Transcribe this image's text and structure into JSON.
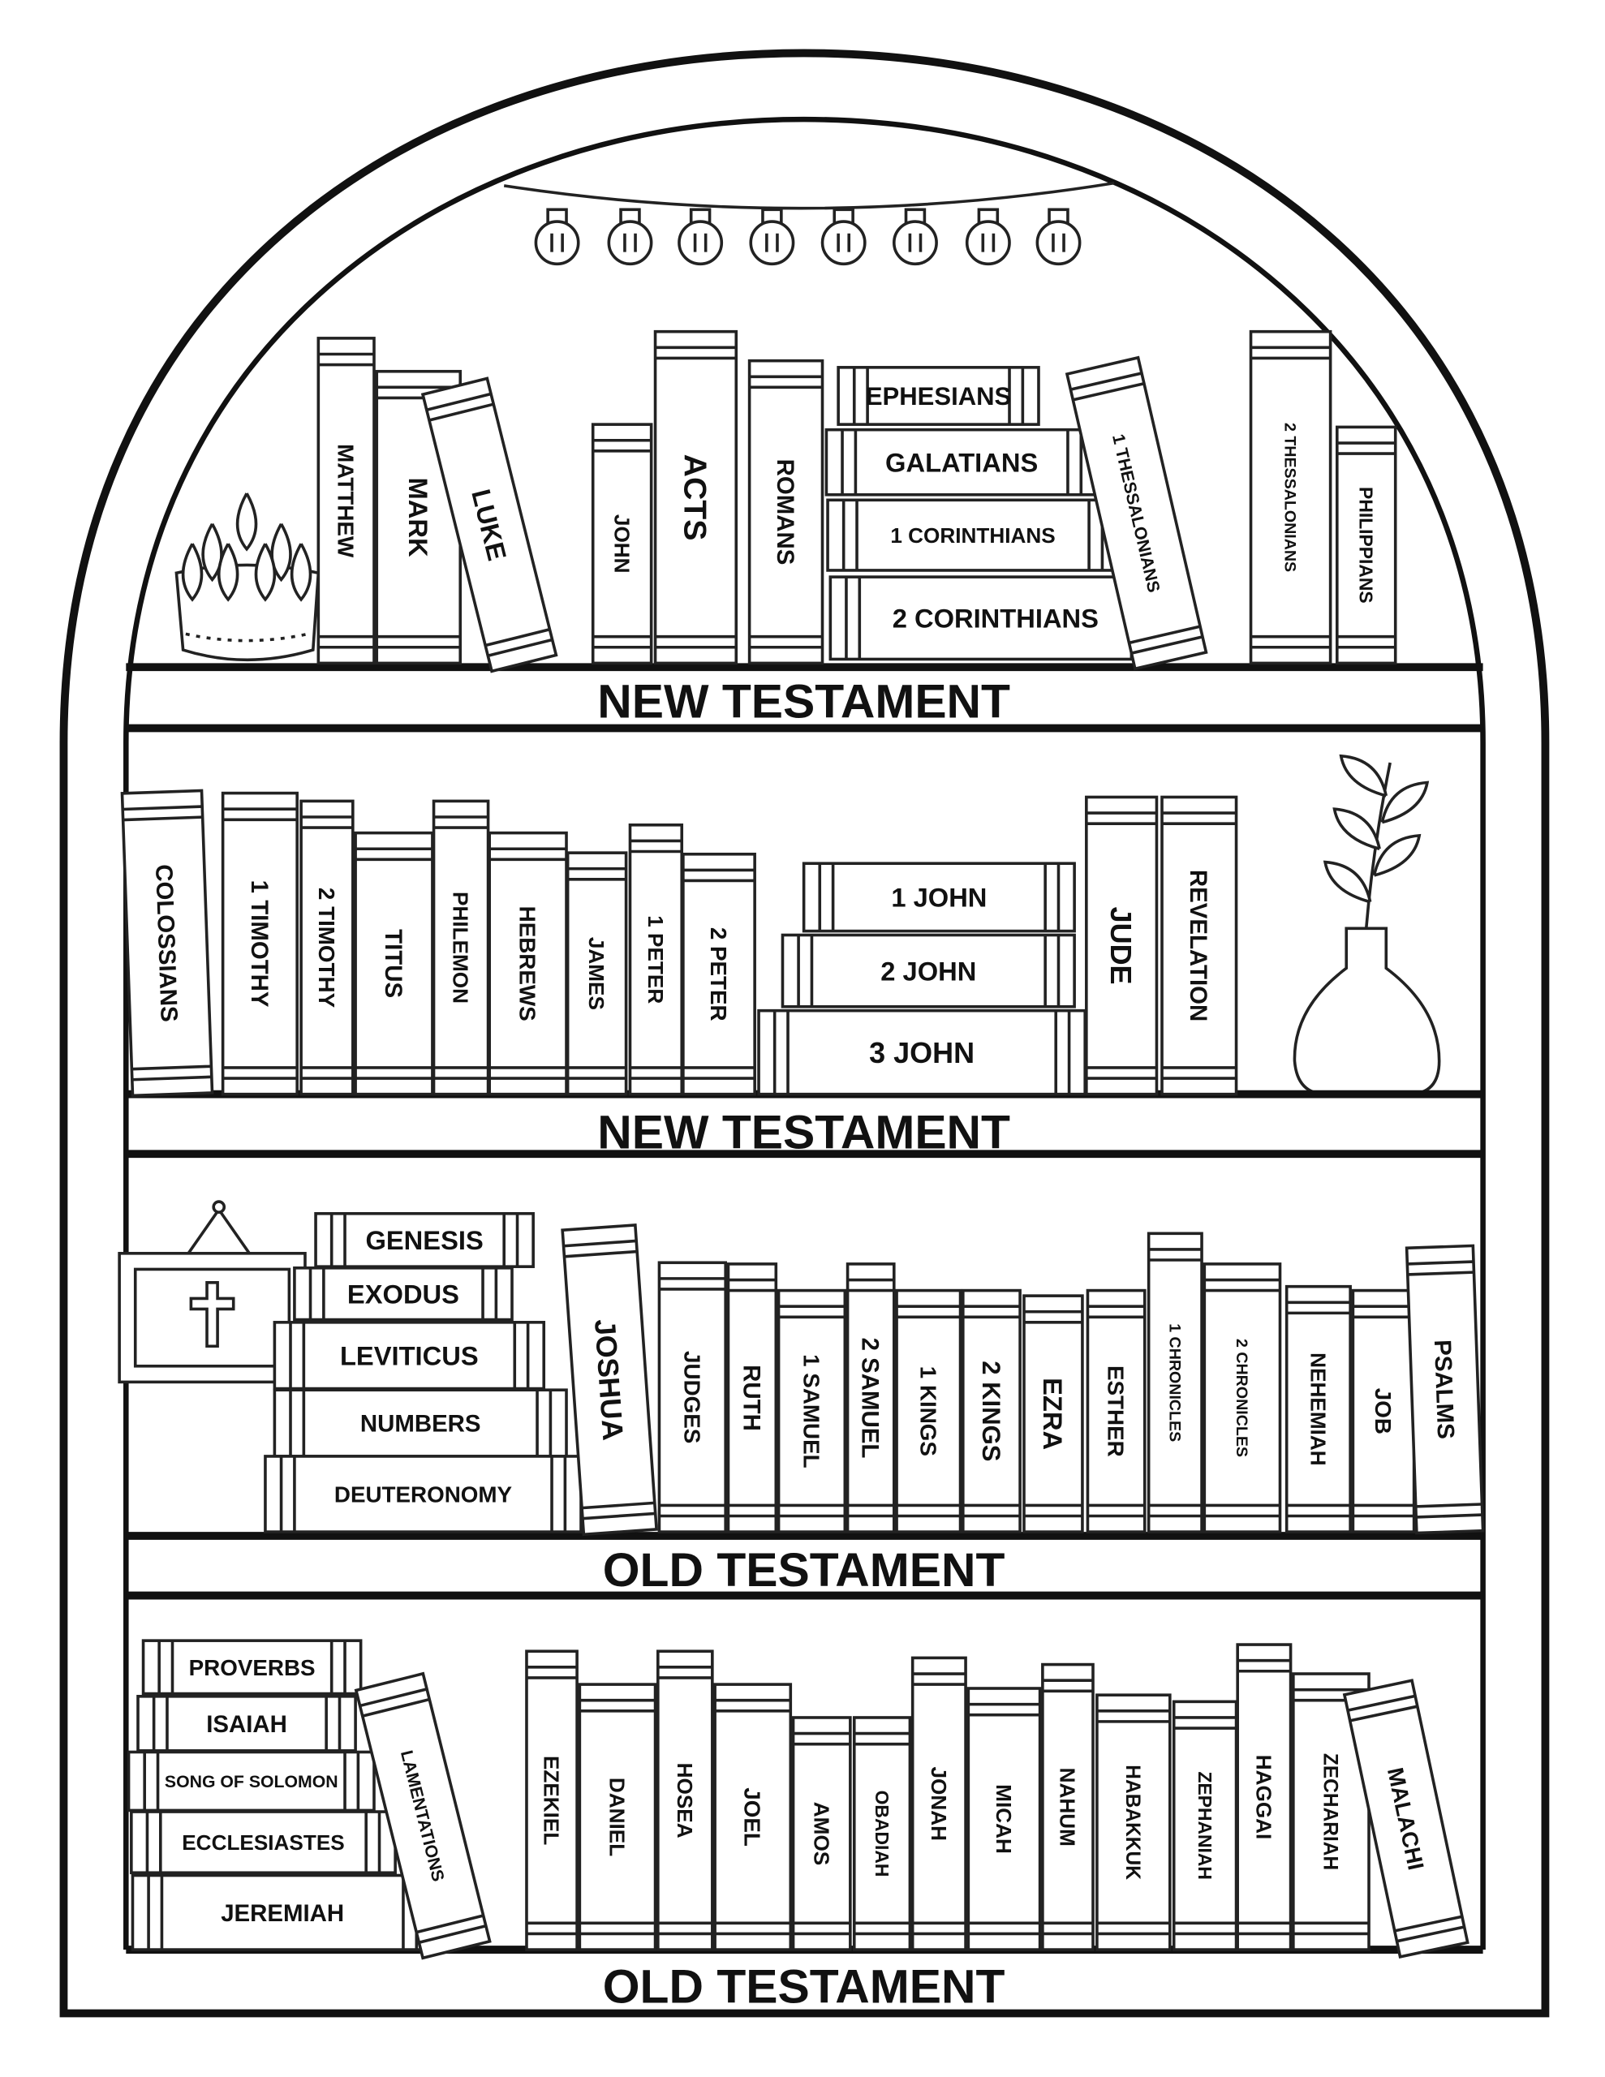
{
  "shelves": [
    {
      "label": "NEW TESTAMENT",
      "books": [
        "MATTHEW",
        "MARK",
        "LUKE",
        "JOHN",
        "ACTS",
        "ROMANS",
        "EPHESIANS",
        "GALATIANS",
        "1 CORINTHIANS",
        "2 CORINTHIANS",
        "1 THESSALONIANS",
        "2 THESSALONIANS",
        "PHILIPPIANS"
      ]
    },
    {
      "label": "NEW TESTAMENT",
      "books": [
        "COLOSSIANS",
        "1 TIMOTHY",
        "2 TIMOTHY",
        "TITUS",
        "PHILEMON",
        "HEBREWS",
        "JAMES",
        "1 PETER",
        "2 PETER",
        "1 JOHN",
        "2 JOHN",
        "3 JOHN",
        "JUDE",
        "REVELATION"
      ]
    },
    {
      "label": "OLD TESTAMENT",
      "books": [
        "GENESIS",
        "EXODUS",
        "LEVITICUS",
        "NUMBERS",
        "DEUTERONOMY",
        "JOSHUA",
        "JUDGES",
        "RUTH",
        "1 SAMUEL",
        "2 SAMUEL",
        "1 KINGS",
        "2 KINGS",
        "EZRA",
        "ESTHER",
        "1 CHRONICLES",
        "2 CHRONICLES",
        "NEHEMIAH",
        "JOB",
        "PSALMS"
      ]
    },
    {
      "label": "OLD TESTAMENT",
      "books": [
        "PROVERBS",
        "ISAIAH",
        "SONG OF SOLOMON",
        "ECCLESIASTES",
        "JEREMIAH",
        "LAMENTATIONS",
        "EZEKIEL",
        "DANIEL",
        "HOSEA",
        "JOEL",
        "AMOS",
        "OBADIAH",
        "JONAH",
        "MICAH",
        "NAHUM",
        "HABAKKUK",
        "ZEPHANIAH",
        "HAGGAI",
        "ZECHARIAH",
        "MALACHI"
      ]
    }
  ]
}
